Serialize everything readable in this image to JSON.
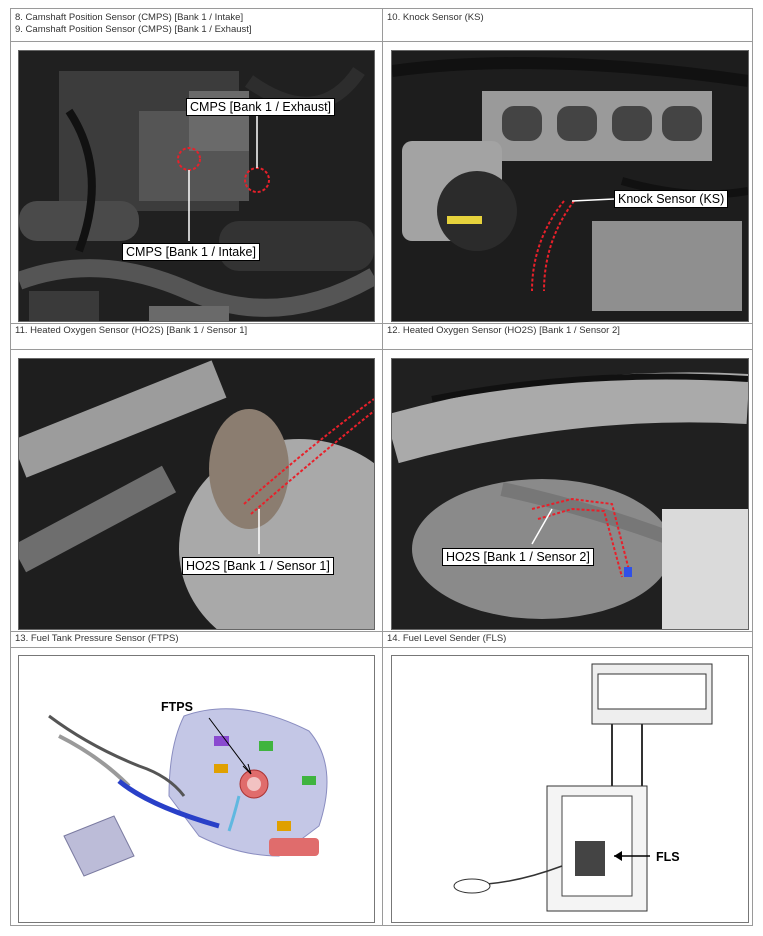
{
  "captions": {
    "c1_line1": "8. Camshaft Position Sensor (CMPS) [Bank 1 / Intake]",
    "c1_line2": "9. Camshaft Position Sensor (CMPS) [Bank 1 / Exhaust]",
    "c2": "10. Knock Sensor (KS)",
    "c3": "11. Heated Oxygen Sensor (HO2S) [Bank 1 / Sensor 1]",
    "c4": "12. Heated Oxygen Sensor (HO2S) [Bank 1 / Sensor 2]",
    "c5": "13. Fuel Tank Pressure Sensor (FTPS)",
    "c6": "14. Fuel Level Sender (FLS)"
  },
  "labels": {
    "cmps_exhaust": "CMPS [Bank 1 / Exhaust]",
    "cmps_intake": "CMPS [Bank 1 / Intake]",
    "knock": "Knock Sensor (KS)",
    "ho2s_1": "HO2S [Bank 1 / Sensor 1]",
    "ho2s_2": "HO2S [Bank 1 / Sensor 2]",
    "ftps": "FTPS",
    "fls": "FLS"
  },
  "colors": {
    "highlight": "#e8202a",
    "grid_line": "#9a9a9a"
  }
}
